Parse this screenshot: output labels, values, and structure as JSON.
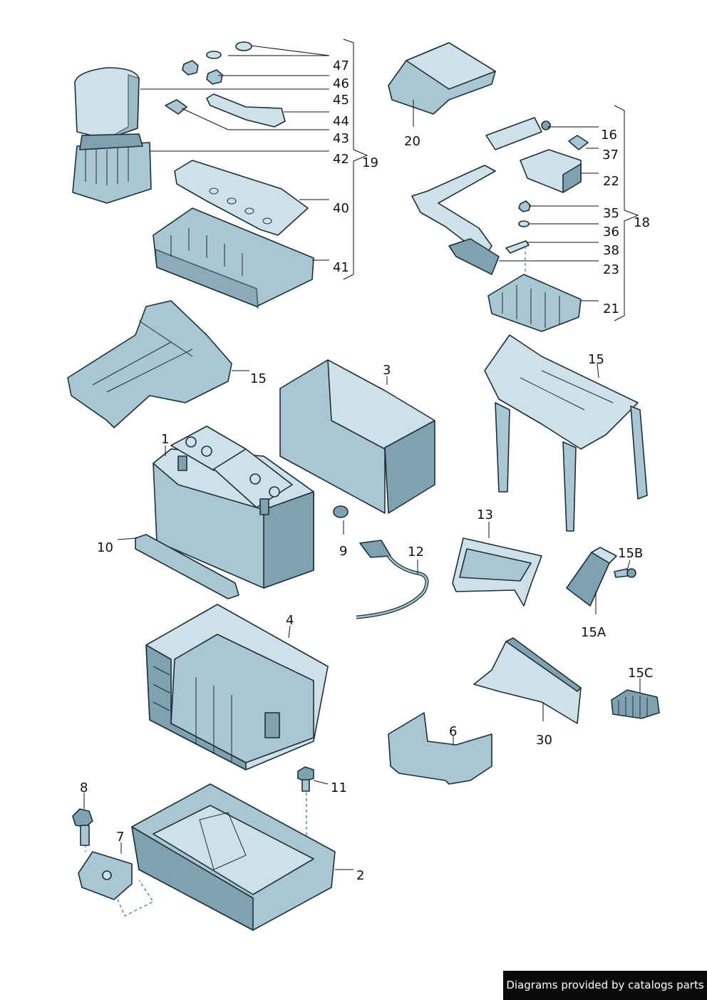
{
  "callouts": {
    "c47": "47",
    "c46": "46",
    "c45": "45",
    "c44": "44",
    "c43": "43",
    "c42": "42",
    "c19": "19",
    "c40": "40",
    "c41": "41",
    "c20": "20",
    "c16": "16",
    "c37": "37",
    "c22": "22",
    "c35": "35",
    "c18": "18",
    "c36": "36",
    "c38": "38",
    "c23": "23",
    "c21": "21",
    "c15a": "15",
    "c15b": "15",
    "c3": "3",
    "c1": "1",
    "c10": "10",
    "c9": "9",
    "c12": "12",
    "c13": "13",
    "c15B": "15B",
    "c15A": "15A",
    "c4": "4",
    "c15C": "15C",
    "c6": "6",
    "c30": "30",
    "c8": "8",
    "c11": "11",
    "c7": "7",
    "c2": "2"
  },
  "footer": {
    "text": "Diagrams provided by catalogs parts"
  }
}
